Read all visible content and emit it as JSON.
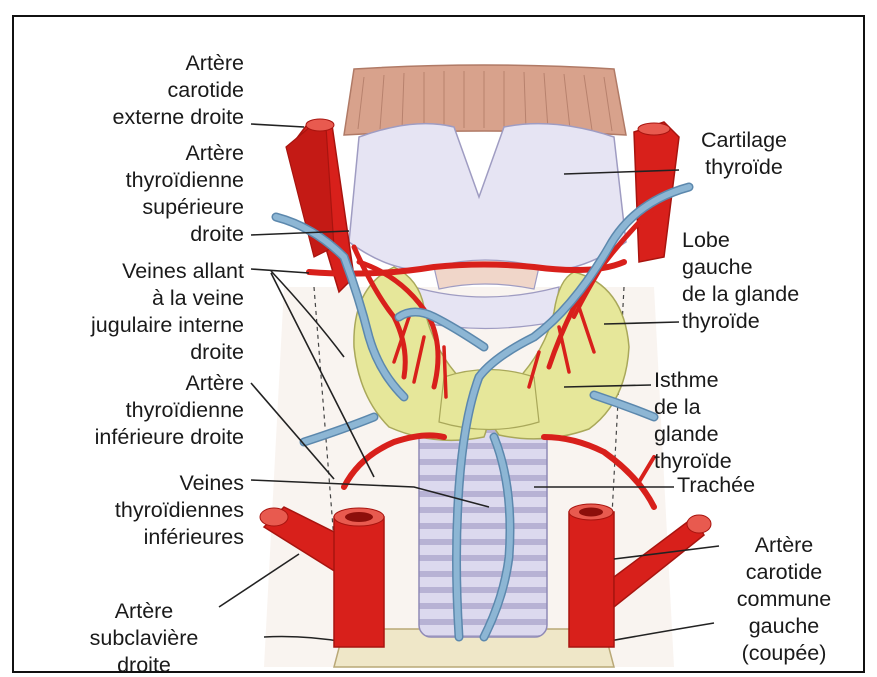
{
  "labels": {
    "carotide_externe_droite": [
      "Artère",
      "carotide",
      "externe droite"
    ],
    "thyroidienne_superieure_droite": [
      "Artère",
      "thyroïdienne",
      "supérieure",
      "droite"
    ],
    "veines_jugulaire_interne": [
      "Veines allant",
      "à la veine",
      "jugulaire interne",
      "droite"
    ],
    "thyroidienne_inferieure_droite": [
      "Artère",
      "thyroïdienne",
      "inférieure droite"
    ],
    "veines_thyroidiennes_inferieures": [
      "Veines",
      "thyroïdiennes",
      "inférieures"
    ],
    "subclaviere_droite": [
      "Artère",
      "subclavière",
      "droite"
    ],
    "cartilage_thyroide": [
      "Cartilage",
      "thyroïde"
    ],
    "lobe_gauche": [
      "Lobe",
      "gauche",
      "de la glande",
      "thyroïde"
    ],
    "isthme": [
      "Isthme",
      "de la",
      "glande",
      "thyroïde"
    ],
    "trachee": [
      "Trachée"
    ],
    "carotide_commune_gauche": [
      "Artère",
      "carotide",
      "commune",
      "gauche",
      "(coupée)"
    ]
  },
  "colors": {
    "artery": "#d8201b",
    "artery_dark": "#a8140f",
    "vein": "#8db6d4",
    "vein_edge": "#5c88ad",
    "thyroid": "#e6e79a",
    "cartilage": "#e6e4f3",
    "trachea": "#d6d3ea",
    "hyoid_muscle": "#d8a28c",
    "base": "#efe7c8",
    "leader_line": "#222222"
  }
}
